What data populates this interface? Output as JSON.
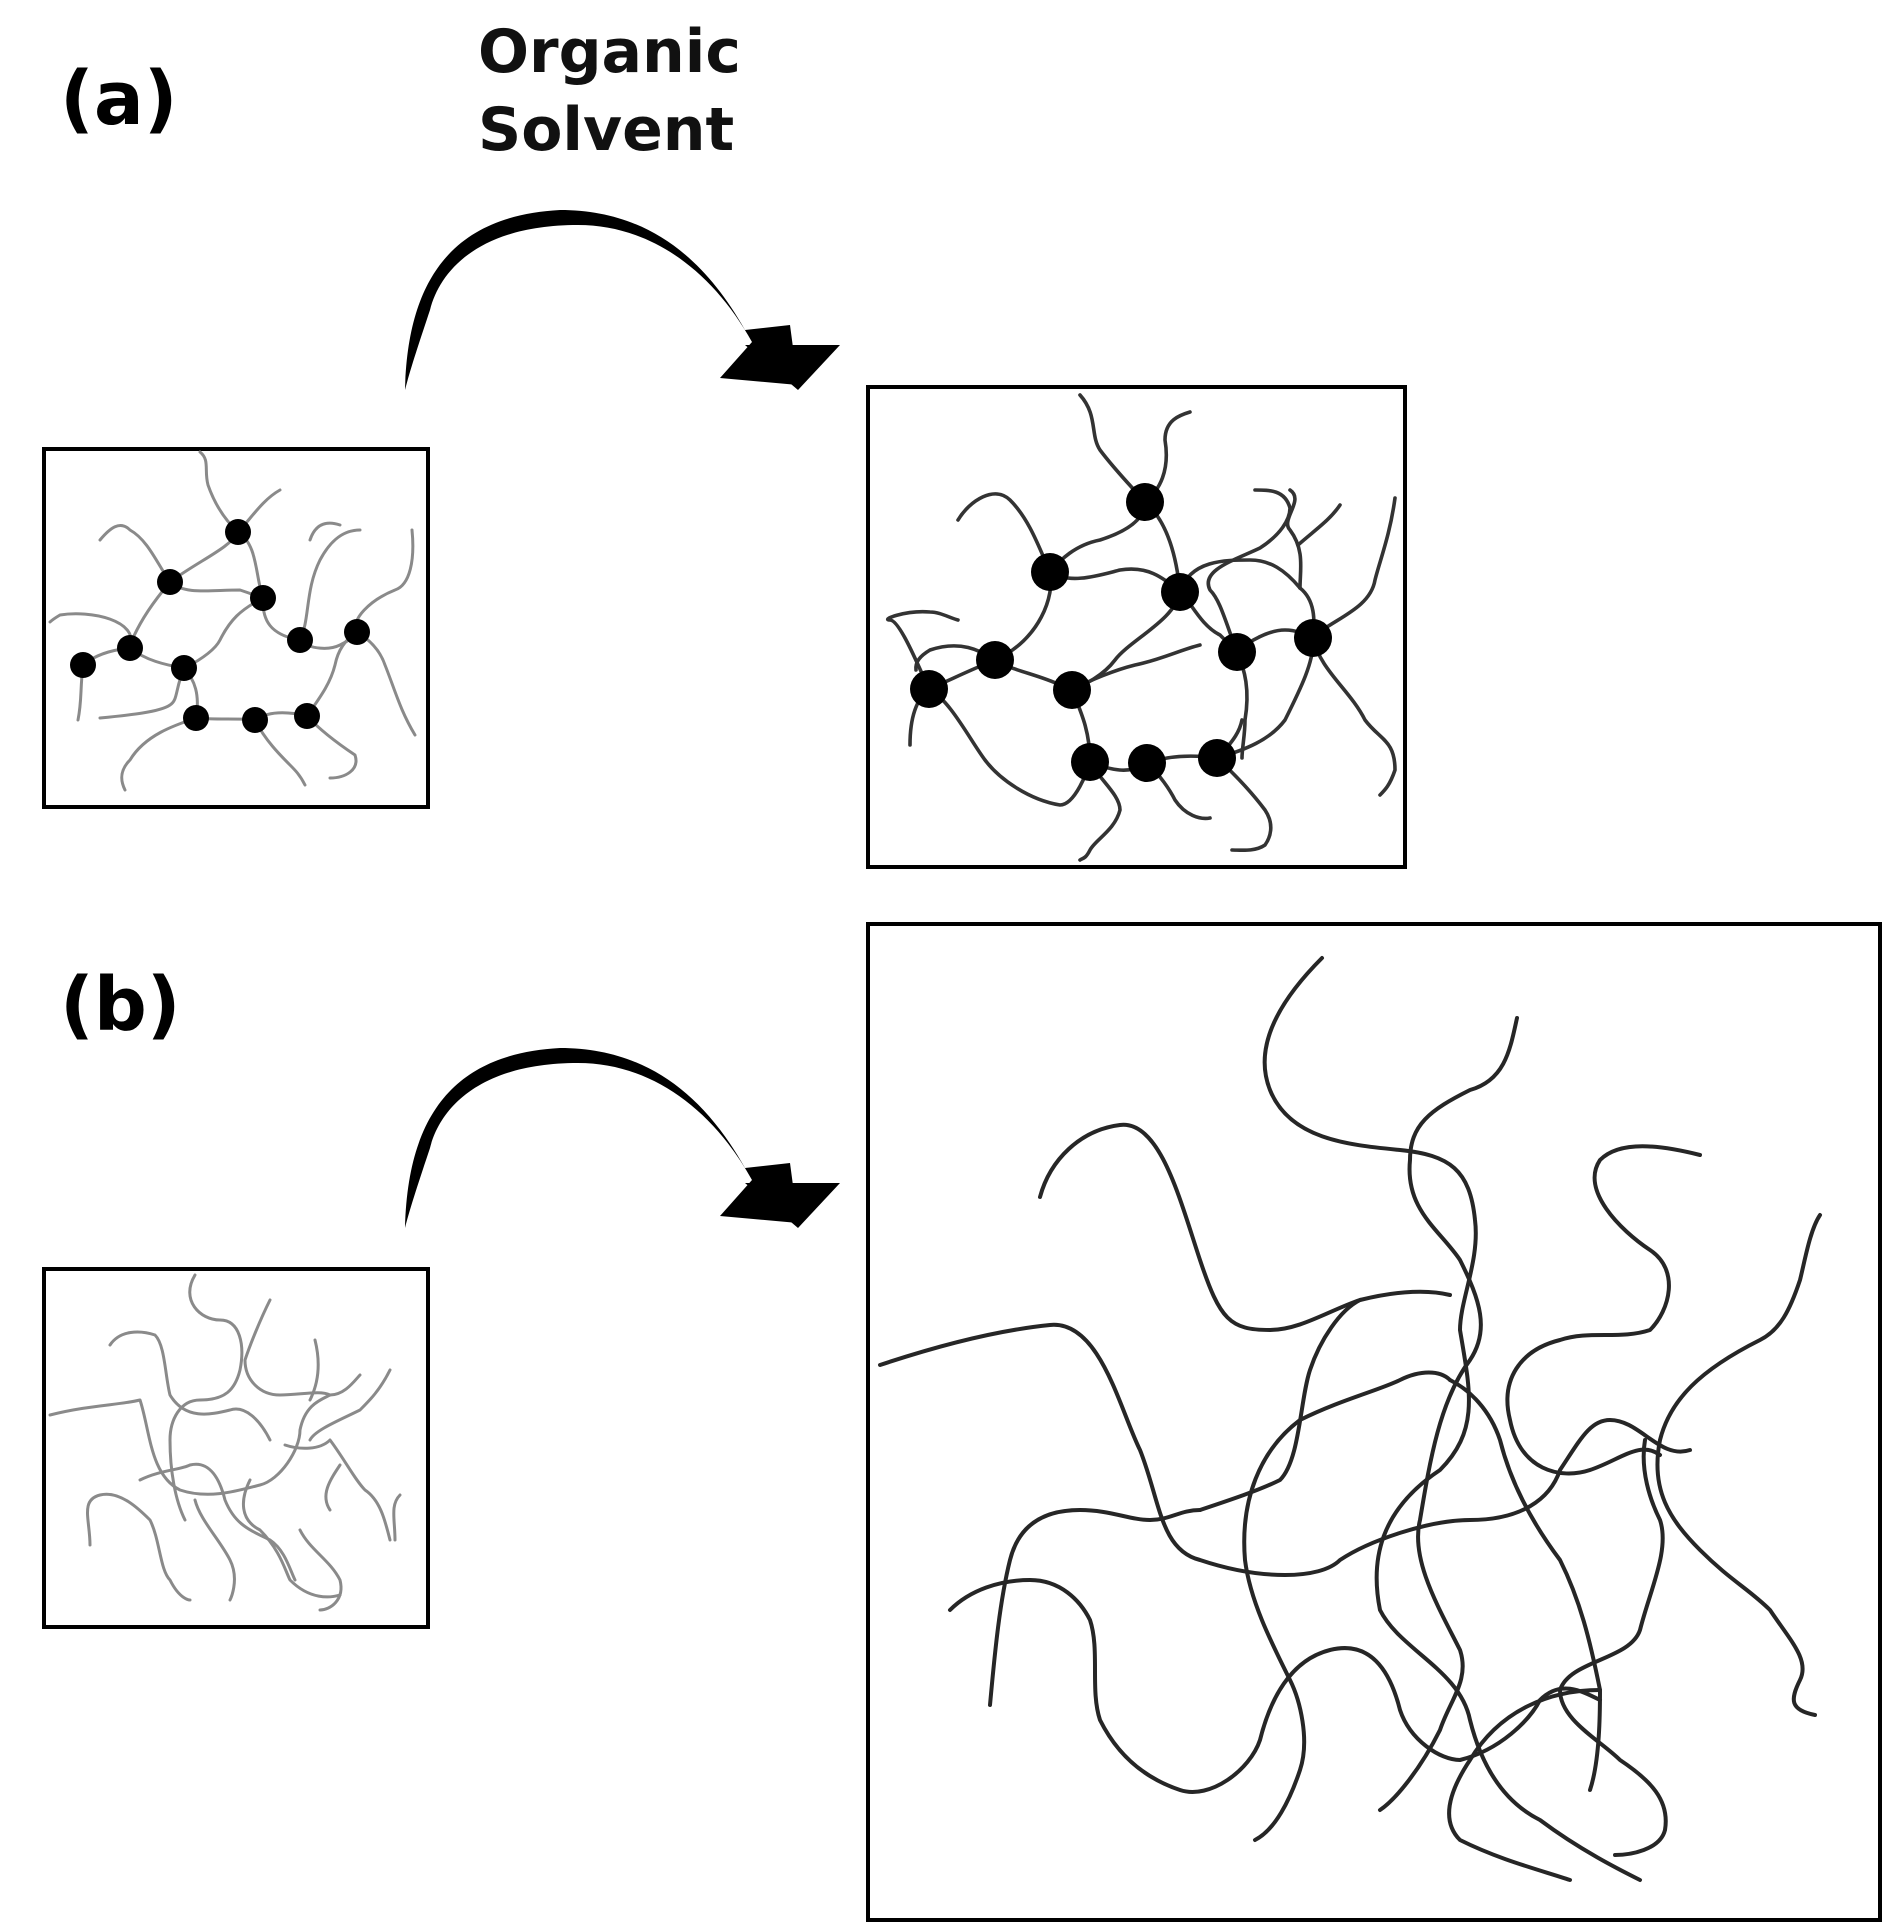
{
  "labels": {
    "panel_a": "(a)",
    "panel_b": "(b)",
    "solvent_line1": "Organic",
    "solvent_line2": "Solvent"
  },
  "icons": {
    "arrow": "curved-arrow-icon",
    "node": "crosslink-node",
    "chain": "polymer-chain"
  },
  "colors": {
    "arrow": "#000000",
    "nodes": "#000000",
    "small_chains": "#8a8a8a",
    "swollen_chains": "#333333"
  }
}
